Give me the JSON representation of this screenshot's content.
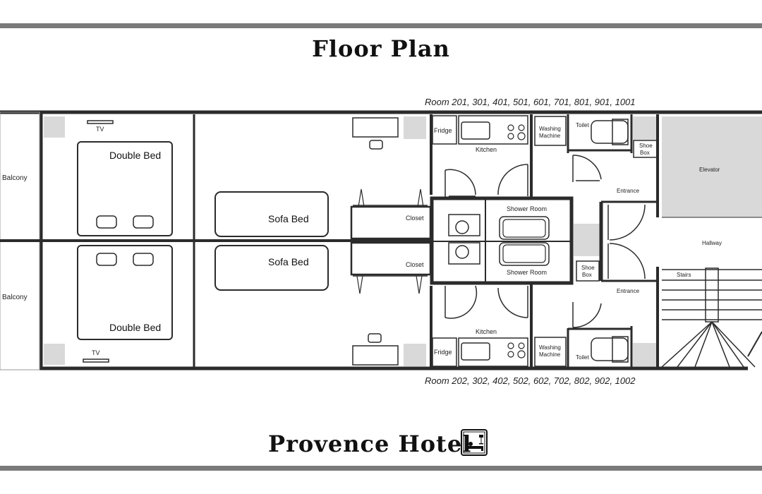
{
  "header": {
    "title": "Floor Plan"
  },
  "footer": {
    "hotel_name": "Provence Hotel",
    "icon": "hotel-bed-icon"
  },
  "captions": {
    "upper_rooms": "Room 201, 301, 401, 501, 601, 701, 801, 901, 1001",
    "lower_rooms": "Room 202, 302, 402, 502, 602, 702, 802, 902, 1002"
  },
  "labels": {
    "tv": "TV",
    "balcony": "Balcony",
    "double_bed": "Double Bed",
    "sofa_bed": "Sofa Bed",
    "closet": "Closet",
    "fridge": "Fridge",
    "kitchen": "Kitchen",
    "washing_1": "Washing",
    "washing_2": "Machine",
    "toilet": "Toilet",
    "shoe_1": "Shoe",
    "shoe_2": "Box",
    "shower_room": "Shower Room",
    "entrance": "Entrance",
    "elevator": "Elevator",
    "hallway": "Hallway",
    "stairs": "Stairs"
  },
  "colors": {
    "wall": "#2b2b2b",
    "rule": "#7a7a7a",
    "shaded": "#d9d9d9"
  }
}
